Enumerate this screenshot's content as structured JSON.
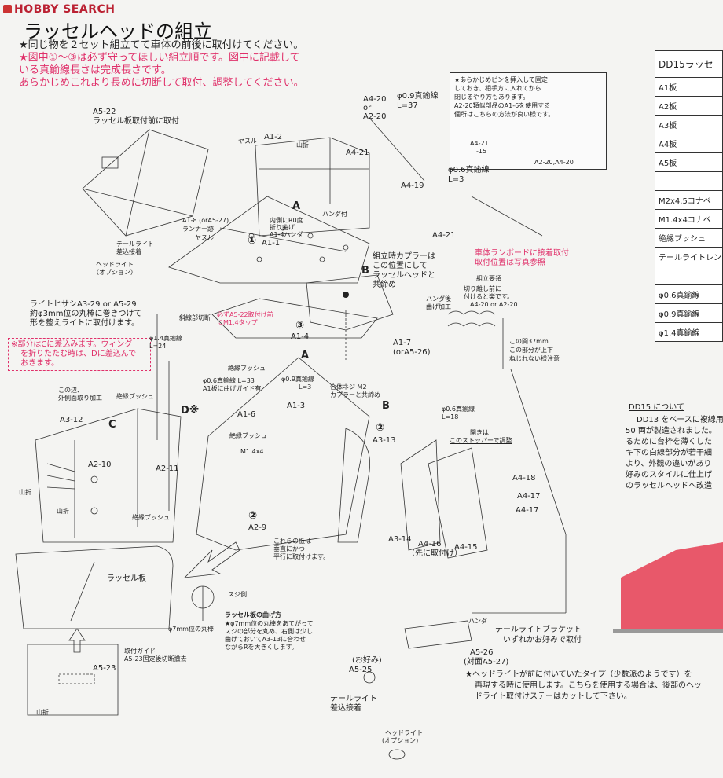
{
  "watermark": "HOBBY SEARCH",
  "title": "ラッセルヘッドの組立",
  "notes": [
    "★同じ物を２セット組立てて車体の前後に取付けてください。",
    "★図中①～③は必ず守ってほしい組立順です。図中に記載して",
    "いる真鍮線長さは完成長さです。",
    "あらかじめこれより長めに切断して取付、調整してください。"
  ],
  "table": {
    "header": "DD15ラッセ",
    "rows": [
      "A1板",
      "A2板",
      "A3板",
      "A4板",
      "A5板",
      "",
      "M2x4.5コナベ",
      "M1.4x4コナベ",
      "絶縁ブッシュ",
      "テールライトレン",
      "",
      "φ0.6真鍮線",
      "φ0.9真鍮線",
      "φ1.4真鍮線"
    ]
  },
  "about": {
    "heading": "DD15 について",
    "lines": [
      "DD13 をベースに複線用",
      "50 両が製造されました。",
      "るために台枠を薄くした",
      "キ下の白線部分が若干細",
      "より、外観の違いがあり",
      "好みのスタイルに仕上げ",
      "のラッセルヘッドへ改造"
    ]
  },
  "topbox": [
    "★あらかじめピンを挿入して固定",
    "しておき、相手方に入れてから",
    "閉じるやり方もあります。",
    "A2-20類似部品のA1-6を使用する",
    "個所はこちらの方法が良い様です。"
  ],
  "callouts": {
    "a522": "A5-22",
    "a522b": "ラッセル板取付前に取付",
    "a420or": "A4-20",
    "or": "or",
    "a220": "A2-20",
    "wire09": "φ0.9真鍮線",
    "l37": "L=37",
    "a421": "A4-21",
    "a421b": "A4-21",
    "a4215": "A4-21",
    "minus15": "-15",
    "a220a420": "A2-20,A4-20",
    "a419": "A4-19",
    "wire06": "φ0.6真鍮線",
    "l3": "L=3",
    "yasuru": "ヤスル",
    "a12": "A1-2",
    "yamaori": "山折",
    "a18": "A1-8 (orA5-27)",
    "runner": "ランナー跡",
    "yasuru2": "ヤスル",
    "taillight": "テールライト",
    "sashikomi": "差込接着",
    "headlight": "ヘッドライト",
    "option": "（オプション）",
    "visor1": "ライトヒサシA3-29 or A5-29",
    "visor2": "約φ3mm位の丸棒に巻きつけて",
    "visor3": "形を整えライトに取付けます。",
    "handa1": "ハンダ付",
    "inner1": "内側にR0度",
    "inner2": "折り曲げ",
    "inner3": "A1-4ハンダ",
    "a11": "A1-1",
    "step1": "①",
    "lblA": "A",
    "lblB": "B",
    "kumitate1": "組立時カプラーは",
    "kumitate2": "この位置にして",
    "kumitate3": "ラッセルヘッドと",
    "kumitate4": "共締め",
    "runboard1": "車体ランボードに接着取付",
    "runboard2": "取付位置は写真参照",
    "kumiyoryo": "組立要領",
    "kiri1": "切り離し前に",
    "kiri2": "付けると楽です。",
    "kiri3": "A4-20 or A2-20",
    "handa2": "ハンダ後",
    "handa3": "曲げ加工",
    "dist1": "この間37mm",
    "dist2": "この部分が上下",
    "dist3": "ねじれない様注意",
    "shasen": "斜線部切断",
    "must1": "必ずA5-22取付け前",
    "must2": "にM1.4タップ",
    "step3": "③",
    "a14": "A1-4",
    "a17": "A1-7",
    "a17b": "(orA5-26)",
    "notec1": "※部分はCに差込みます。ウィング",
    "notec2": "を折りたたむ時は、Dに差込んで",
    "notec3": "おきます。",
    "wire14": "φ1.4真鍮線",
    "l24": "L=24",
    "bushing1": "絶縁ブッシュ",
    "lblA2": "A",
    "screw1": "合体ネジ M2",
    "screw2": "カプラーと共締め",
    "wire06b": "φ0.6真鍮線 L=33",
    "a1bend": "A1板に曲げガイド有",
    "wire09b": "φ0.9真鍮線",
    "l3b": "L=3",
    "lblD": "D※",
    "a16": "A1-6",
    "a13": "A1-3",
    "lblB2": "B",
    "wire06c": "φ0.6真鍮線",
    "l18": "L=18",
    "step2a": "②",
    "a313": "A3-13",
    "open1": "開きは",
    "open2": "このストッパーで調整",
    "side1": "この辺、",
    "side2": "外側面取り加工",
    "bushing2": "絶縁ブッシュ",
    "a312": "A3-12",
    "lblC": "C",
    "a210": "A2-10",
    "a211": "A2-11",
    "bushing3": "絶縁ブッシュ",
    "m14": "M1.4x4",
    "step2b": "②",
    "a29": "A2-9",
    "yamaori2": "山折",
    "yamaori3": "山折",
    "bushing4": "絶縁ブッシュ",
    "a418": "A4-18",
    "a417": "A4-17",
    "a417b": "A4-17",
    "a314": "A3-14",
    "a416": "A4-16",
    "a416b": "（先に取付け）",
    "a415": "A4-15",
    "parallel1": "これらの板は",
    "parallel2": "垂直にかつ",
    "parallel3": "平行に取付けます。",
    "russellplate": "ラッセル板",
    "sujigawa": "スジ側",
    "bend1": "ラッセル板の曲げ方",
    "bend2": "★φ7mm位の丸棒をあてがって",
    "bend3": "スジの部分を丸め、右側は少し",
    "bend4": "曲げておいてA3-13に合わせ",
    "bend5": "ながらRを大きくします。",
    "rod7": "φ7mm位の丸棒",
    "guide1": "取付ガイド",
    "guide2": "A5-23固定後切断撤去",
    "a523": "A5-23",
    "yamaori4": "山折",
    "tailbracket1": "テールライトブラケット",
    "tailbracket2": "いずれかお好みで取付",
    "handa4": "ハンダ",
    "a526": "A5-26",
    "a526b": "(対面A5-27)",
    "okonomi": "(お好み)",
    "a525": "A5-25",
    "tail2a": "テールライト",
    "tail2b": "差込接着",
    "head2a": "ヘッドライト",
    "head2b": "(オプション)",
    "bottom1": "★ヘッドライトが前に付いていたタイプ（少数派のようです）を",
    "bottom2": "再現する時に使用します。こちらを使用する場合は、後部のヘッ",
    "bottom3": "ドライト取付けステーはカットして下さい。"
  }
}
